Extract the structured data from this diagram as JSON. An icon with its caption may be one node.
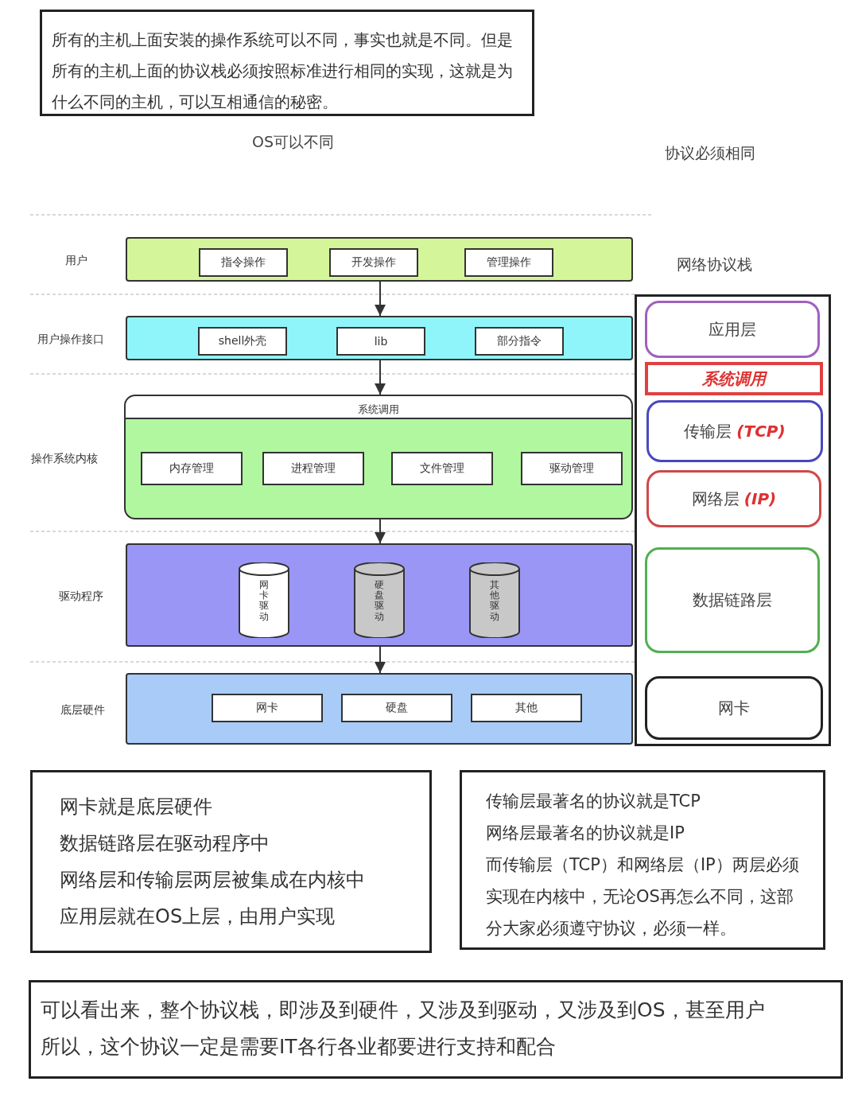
{
  "diagram": {
    "nodes": [
      {
        "text": [
          "所有的主机上面安装的操作系统可以不同，事实也就是不同。但是所有的主机上面的协议栈必须按照标准进行相同的实现，这就是为什么不同的主机，可以互相通信的秘密。"
        ]
      },
      {
        "text": [
          "用户"
        ]
      },
      {
        "text": [
          "指令操作"
        ],
        "in": 1
      },
      {
        "text": [
          "开发操作"
        ],
        "in": 1
      },
      {
        "text": [
          "管理操作"
        ],
        "in": 1
      },
      {
        "text": [
          "用户操作接口"
        ]
      },
      {
        "text": [
          "shell外壳"
        ],
        "in": 5
      },
      {
        "text": [
          "lib"
        ],
        "in": 5
      },
      {
        "text": [
          "部分指令"
        ],
        "in": 5
      },
      {
        "text": [
          "操作系统内核",
          "系统调用"
        ]
      },
      {
        "text": [
          "内存管理"
        ],
        "in": 9
      },
      {
        "text": [
          "进程管理"
        ],
        "in": 9
      },
      {
        "text": [
          "文件管理"
        ],
        "in": 9
      },
      {
        "text": [
          "驱动管理"
        ],
        "in": 9
      },
      {
        "text": [
          "驱动程序"
        ]
      },
      {
        "text": [
          "网卡驱动"
        ],
        "in": 14
      },
      {
        "text": [
          "硬盘驱动"
        ],
        "in": 14
      },
      {
        "text": [
          "其他驱动"
        ],
        "in": 14
      },
      {
        "text": [
          "底层硬件"
        ]
      },
      {
        "text": [
          "网卡"
        ],
        "in": 18
      },
      {
        "text": [
          "硬盘"
        ],
        "in": 18
      },
      {
        "text": [
          "其他"
        ],
        "in": 18
      },
      {
        "text": [
          "网络协议栈"
        ]
      },
      {
        "text": [
          "应用层"
        ],
        "in": 22
      },
      {
        "text": [
          "系统调用"
        ],
        "in": 22
      },
      {
        "text": [
          "传输层",
          "(TCP)"
        ],
        "in": 22
      },
      {
        "text": [
          "网络层",
          "(IP)"
        ],
        "in": 22
      },
      {
        "text": [
          "数据链路层"
        ],
        "in": 22
      },
      {
        "text": [
          "网卡"
        ],
        "in": 22
      },
      {
        "text": [
          "网卡就是底层硬件",
          "数据链路层在驱动程序中",
          "网络层和传输层两层被集成在内核中",
          "应用层就在OS上层，由用户实现"
        ]
      },
      {
        "text": [
          "传输层最著名的协议就是TCP",
          "网络层最著名的协议就是IP",
          "而传输层（TCP）和网络层（IP）两层必须实现在内核中，无论OS再怎么不同，这部分大家必须遵守协议，必须一样。"
        ]
      },
      {
        "text": [
          "可以看出来，整个协议栈，即涉及到硬件，又涉及到驱动，又涉及到OS，甚至用户",
          "所以，这个协议一定是需要IT各行各业都要进行支持和配合"
        ]
      }
    ],
    "edges": [
      {
        "from": 1,
        "to": 5,
        "arrow": "to"
      },
      {
        "from": 5,
        "to": 9,
        "arrow": "to"
      },
      {
        "from": 9,
        "to": 14,
        "arrow": "to"
      },
      {
        "from": 14,
        "to": 18,
        "arrow": "to"
      }
    ],
    "labels": [
      "OS可以不同",
      "协议必须相同"
    ]
  }
}
